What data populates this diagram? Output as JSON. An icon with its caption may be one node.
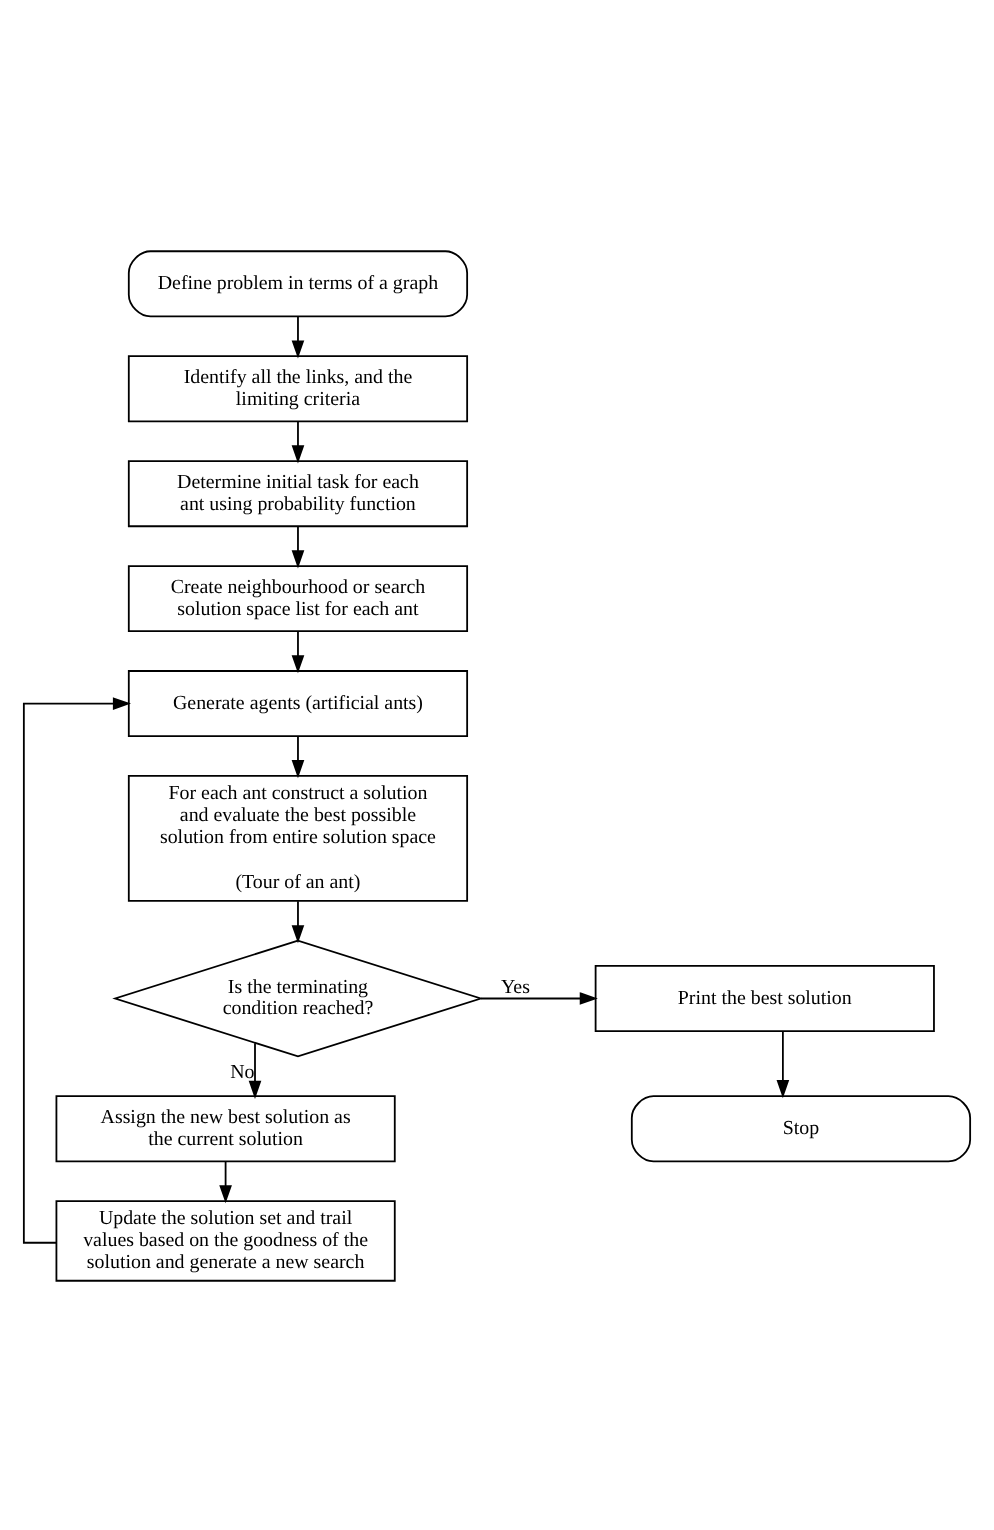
{
  "diagram": {
    "nodes": [
      {
        "text": [
          "Define problem in terms of a graph"
        ]
      },
      {
        "text": [
          "Identify all the links, and the limiting criteria"
        ]
      },
      {
        "text": [
          "Determine initial task for each ant using probability function"
        ]
      },
      {
        "text": [
          "Create neighbourhood or search solution space list for each ant"
        ]
      },
      {
        "text": [
          "Generate agents (artificial ants)"
        ]
      },
      {
        "text": [
          "For each ant construct a solution and evaluate the best possible solution from entire solution space",
          "(Tour of an ant)"
        ]
      },
      {
        "text": [
          "Is the terminating condition reached?"
        ]
      },
      {
        "text": [
          "Print the best solution"
        ]
      },
      {
        "text": [
          "Stop"
        ]
      },
      {
        "text": [
          "Assign the new best solution as the current solution"
        ]
      },
      {
        "text": [
          "Update the solution set and trail values based on the goodness of the solution and generate a new search"
        ]
      }
    ],
    "edges": [
      {
        "from": 0,
        "to": 1,
        "arrow": "to"
      },
      {
        "from": 1,
        "to": 2,
        "arrow": "to"
      },
      {
        "from": 2,
        "to": 3,
        "arrow": "to"
      },
      {
        "from": 3,
        "to": 4,
        "arrow": "to"
      },
      {
        "from": 4,
        "to": 5,
        "arrow": "to"
      },
      {
        "from": 5,
        "to": 6,
        "arrow": "to"
      },
      {
        "from": 6,
        "to": 7,
        "arrow": "to",
        "label": "Yes"
      },
      {
        "from": 7,
        "to": 8,
        "arrow": "to"
      },
      {
        "from": 6,
        "to": 9,
        "arrow": "to",
        "label": "No"
      },
      {
        "from": 9,
        "to": 10,
        "arrow": "to"
      },
      {
        "from": 10,
        "to": 4,
        "arrow": "to"
      }
    ]
  }
}
